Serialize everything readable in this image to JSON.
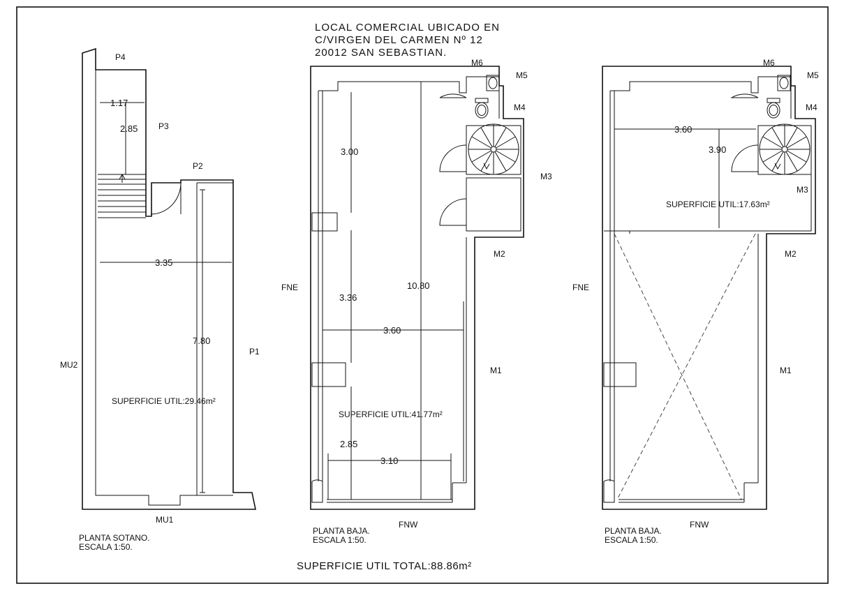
{
  "title": {
    "line1": "LOCAL COMERCIAL UBICADO EN",
    "line2": "C/VIRGEN DEL CARMEN Nº 12",
    "line3": "20012 SAN SEBASTIAN."
  },
  "total_area": "SUPERFICIE UTIL TOTAL:88.86m²",
  "plans": {
    "sotano": {
      "caption_line1": "PLANTA SOTANO.",
      "caption_line2": "ESCALA 1:50.",
      "area": "SUPERFICIE UTIL:29.46m²",
      "dims": {
        "d117": "1.17",
        "d285": "2.85",
        "d335": "3.35",
        "d780": "7.80"
      },
      "labels": {
        "p4": "P4",
        "p3": "P3",
        "p2": "P2",
        "p1": "P1",
        "mu2": "MU2",
        "mu1": "MU1"
      }
    },
    "baja": {
      "caption_line1": "PLANTA BAJA.",
      "caption_line2": "ESCALA 1:50.",
      "area": "SUPERFICIE UTIL:41.77m²",
      "dims": {
        "d300": "3.00",
        "d336": "3.36",
        "d1080": "10.80",
        "d360": "3.60",
        "d285": "2.85",
        "d310": "3.10"
      },
      "labels": {
        "m6": "M6",
        "m5": "M5",
        "m4": "M4",
        "m3": "M3",
        "m2": "M2",
        "m1": "M1",
        "fne": "FNE",
        "fnw": "FNW"
      }
    },
    "entreplanta": {
      "caption_line1": "PLANTA BAJA.",
      "caption_line2": "ESCALA 1:50.",
      "area": "SUPERFICIE UTIL:17.63m²",
      "dims": {
        "d360": "3.60",
        "d390": "3.90"
      },
      "labels": {
        "m6": "M6",
        "m5": "M5",
        "m4": "M4",
        "m3": "M3",
        "m2": "M2",
        "m1": "M1",
        "fne": "FNE",
        "fnw": "FNW"
      }
    }
  }
}
